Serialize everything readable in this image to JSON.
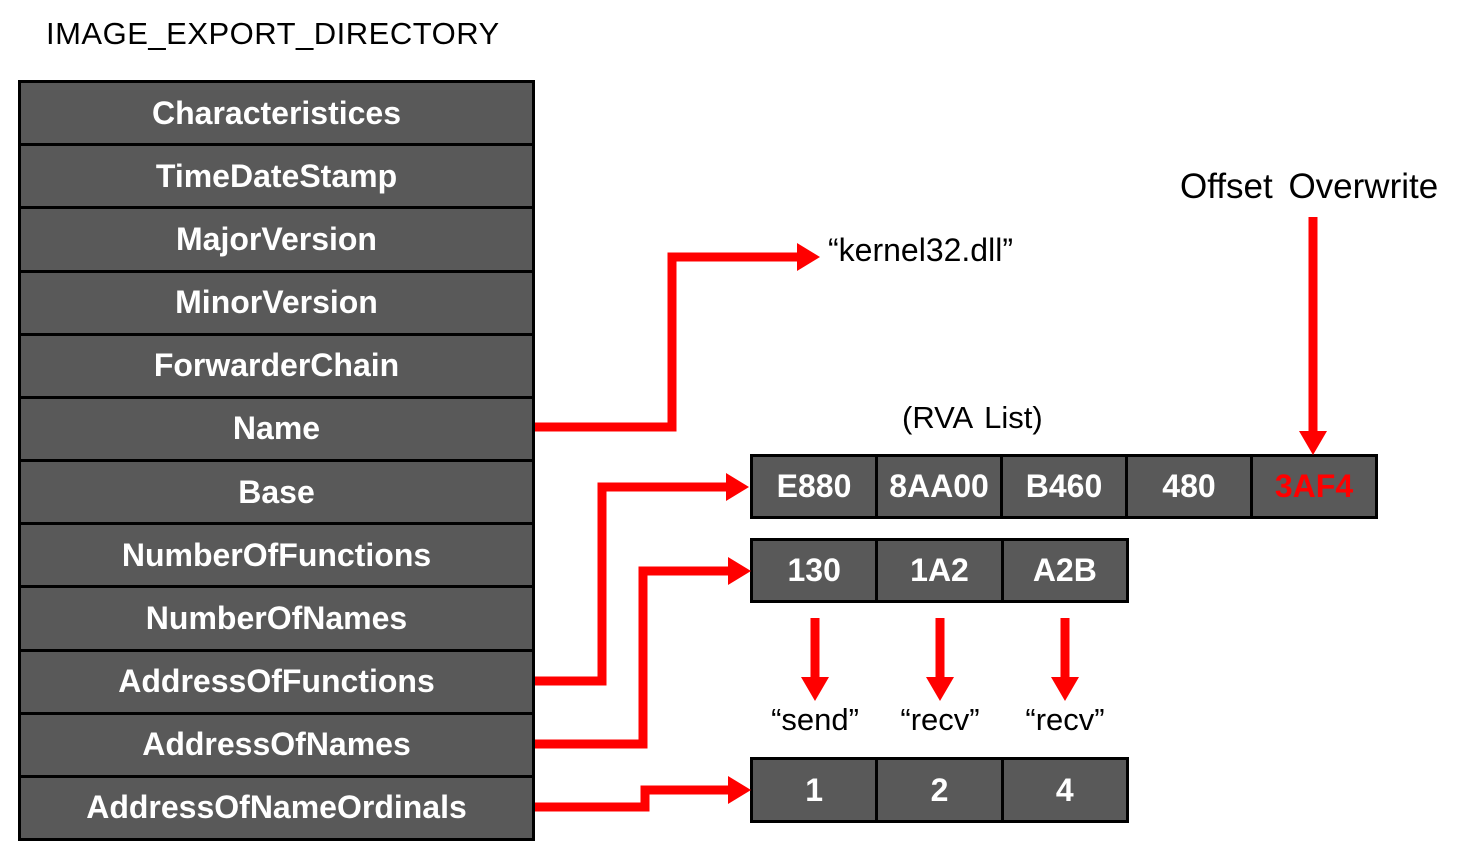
{
  "title": "IMAGE_EXPORT_DIRECTORY",
  "colors": {
    "accent_red": "#FF0000",
    "cell_bg": "#595959",
    "cell_border": "#000000",
    "cell_text": "#FFFFFF",
    "label_text": "#000000"
  },
  "struct_fields": [
    "Characteristices",
    "TimeDateStamp",
    "MajorVersion",
    "MinorVersion",
    "ForwarderChain",
    "Name",
    "Base",
    "NumberOfFunctions",
    "NumberOfNames",
    "AddressOfFunctions",
    "AddressOfNames",
    "AddressOfNameOrdinals"
  ],
  "annotations": {
    "offset_overwrite": "Offset Overwrite",
    "dll_name": "“kernel32.dll”",
    "rva_list_label": "(RVA List)"
  },
  "rva_list": {
    "values": [
      "E880",
      "8AA00",
      "B460",
      "480",
      "3AF4"
    ],
    "highlighted_value": "3AF4"
  },
  "name_rva_list": [
    "130",
    "1A2",
    "A2B"
  ],
  "function_names": [
    "“send”",
    "“recv”",
    "“recv”"
  ],
  "ordinals": [
    "1",
    "2",
    "4"
  ]
}
